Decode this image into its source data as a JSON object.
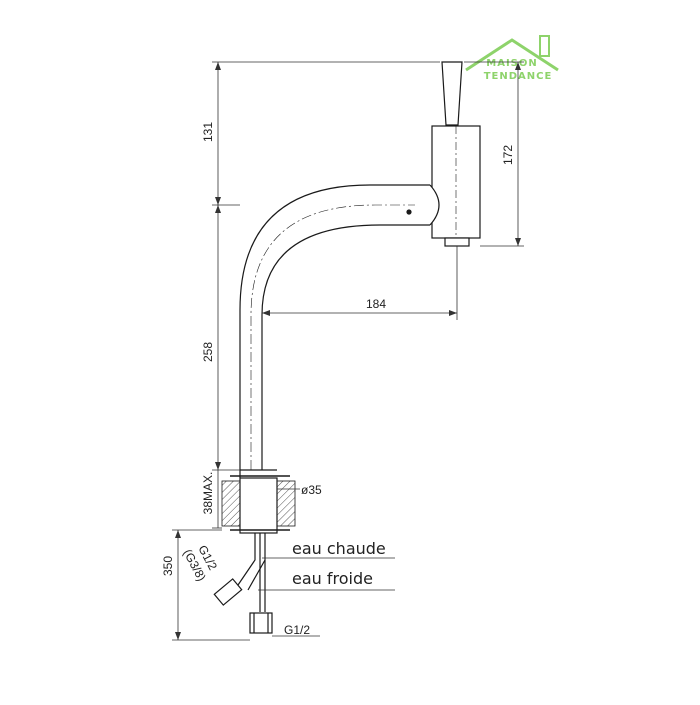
{
  "logo": {
    "line1": "MAISON",
    "line2": "TENDANCE",
    "color": "#8ed36b"
  },
  "dimensions": {
    "height_top": "131",
    "height_body": "172",
    "height_column": "258",
    "reach": "184",
    "deck_max": "38MAX.",
    "diameter": "ø35",
    "hose_length": "350",
    "thread_hot": "G1/2",
    "thread_alt": "(G3/8)",
    "thread_cold": "G1/2"
  },
  "labels": {
    "hot": "eau chaude",
    "cold": "eau froide"
  },
  "colors": {
    "line": "#1a1a1a",
    "dim_line": "#333333",
    "hatch": "#555555"
  }
}
